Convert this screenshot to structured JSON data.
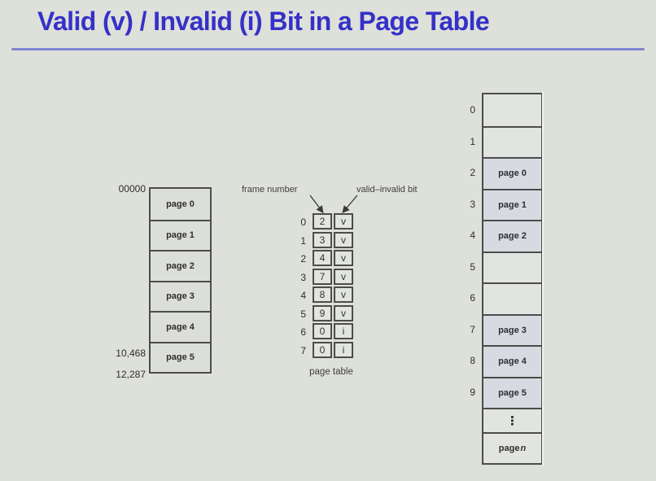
{
  "title": "Valid (v) / Invalid (i) Bit in a Page Table",
  "colors": {
    "title_blue": "#3531c7",
    "rule_blue": "#8185d2",
    "box_border": "#4c4c4c"
  },
  "logical_memory": {
    "start_address": "00000",
    "address_10468": "10,468",
    "address_12287": "12,287",
    "pages": [
      "page 0",
      "page 1",
      "page 2",
      "page 3",
      "page 4",
      "page 5"
    ]
  },
  "page_table": {
    "frame_label": "frame number",
    "bit_label": "valid–invalid bit",
    "caption": "page table",
    "rows": [
      {
        "index": "0",
        "frame": "2",
        "bit": "v"
      },
      {
        "index": "1",
        "frame": "3",
        "bit": "v"
      },
      {
        "index": "2",
        "frame": "4",
        "bit": "v"
      },
      {
        "index": "3",
        "frame": "7",
        "bit": "v"
      },
      {
        "index": "4",
        "frame": "8",
        "bit": "v"
      },
      {
        "index": "5",
        "frame": "9",
        "bit": "v"
      },
      {
        "index": "6",
        "frame": "0",
        "bit": "i"
      },
      {
        "index": "7",
        "frame": "0",
        "bit": "i"
      }
    ]
  },
  "physical_memory": {
    "frames": [
      {
        "index": "0",
        "content": ""
      },
      {
        "index": "1",
        "content": ""
      },
      {
        "index": "2",
        "content": "page 0"
      },
      {
        "index": "3",
        "content": "page 1"
      },
      {
        "index": "4",
        "content": "page 2"
      },
      {
        "index": "5",
        "content": ""
      },
      {
        "index": "6",
        "content": ""
      },
      {
        "index": "7",
        "content": "page 3"
      },
      {
        "index": "8",
        "content": "page 4"
      },
      {
        "index": "9",
        "content": "page 5"
      }
    ],
    "ellipsis": "⋮",
    "last_frame_prefix": "page ",
    "last_frame_var": "n"
  }
}
